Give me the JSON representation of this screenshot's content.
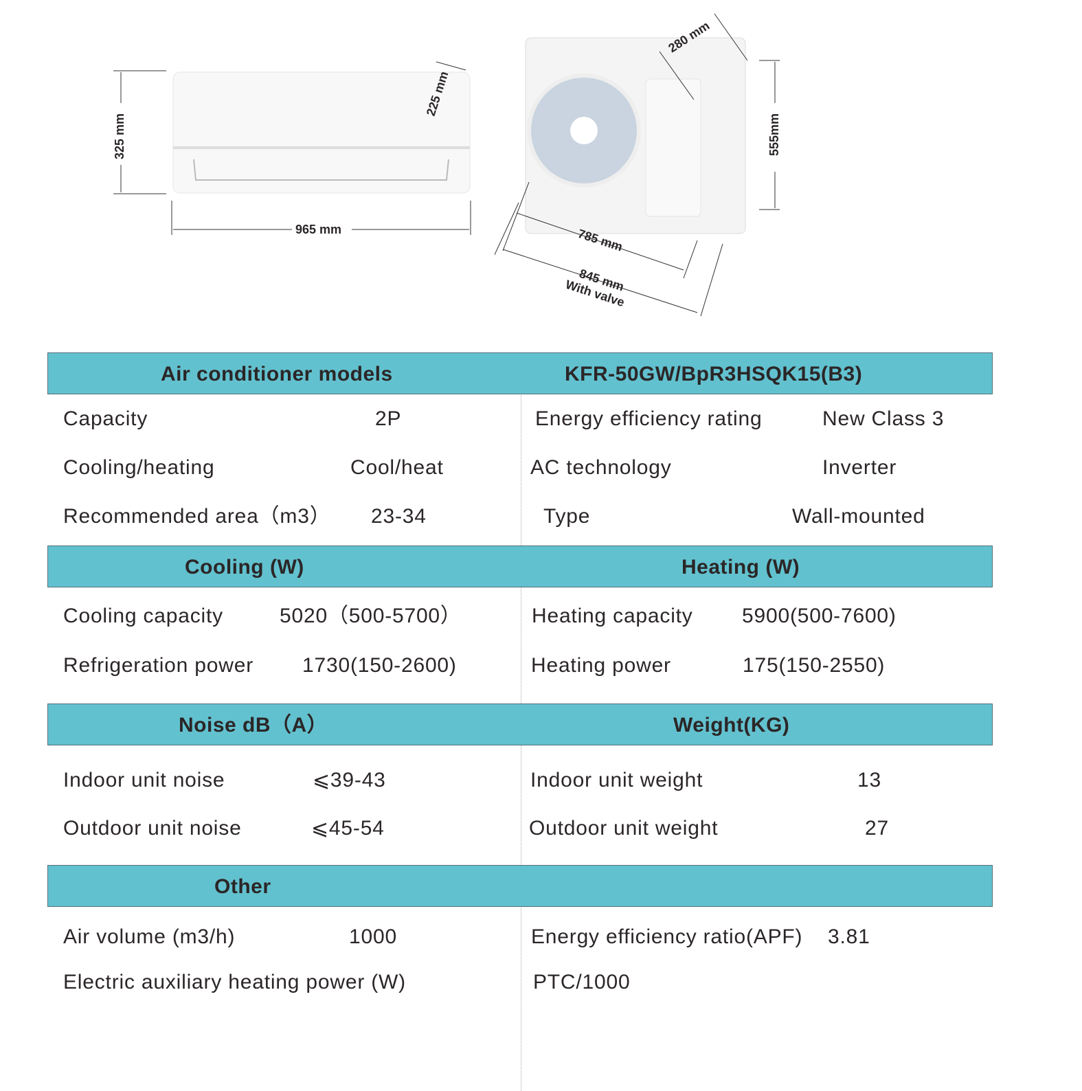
{
  "diagram": {
    "indoor": {
      "height": "325 mm",
      "depth": "225 mm",
      "width": "965 mm"
    },
    "outdoor": {
      "depth": "280 mm",
      "height": "555mm",
      "width": "785 mm",
      "width_valve": "845 mm",
      "valve_note": "With valve"
    }
  },
  "sections": {
    "models": {
      "left": "Air conditioner models",
      "right": "KFR-50GW/BpR3HSQK15(B3)"
    },
    "cooling": {
      "left": "Cooling (W)",
      "right": "Heating (W)"
    },
    "noise": {
      "left": "Noise dB（A）",
      "right": "Weight(KG)"
    },
    "other": {
      "left": "Other",
      "right": ""
    }
  },
  "rows": {
    "capacity": {
      "label": "Capacity",
      "value": "2P"
    },
    "cooling_heating": {
      "label": "Cooling/heating",
      "value": "Cool/heat"
    },
    "area": {
      "label": "Recommended area（m3）",
      "value": "23-34"
    },
    "energy_rating": {
      "label": "Energy efficiency rating",
      "value": "New Class 3"
    },
    "technology": {
      "label": "AC technology",
      "value": "Inverter"
    },
    "type": {
      "label": "Type",
      "value": "Wall-mounted"
    },
    "cooling_capacity": {
      "label": "Cooling capacity",
      "value": "5020（500-5700）"
    },
    "refrigeration_power": {
      "label": "Refrigeration power",
      "value": "1730(150-2600)"
    },
    "heating_capacity": {
      "label": "Heating capacity",
      "value": "5900(500-7600)"
    },
    "heating_power": {
      "label": "Heating power",
      "value": "175(150-2550)"
    },
    "indoor_noise": {
      "label": "Indoor unit noise",
      "value": "⩽39-43"
    },
    "outdoor_noise": {
      "label": "Outdoor unit noise",
      "value": "⩽45-54"
    },
    "indoor_weight": {
      "label": "Indoor unit weight",
      "value": "13"
    },
    "outdoor_weight": {
      "label": "Outdoor unit weight",
      "value": "27"
    },
    "air_volume": {
      "label": "Air volume (m3/h)",
      "value": "1000"
    },
    "apf": {
      "label": "Energy efficiency ratio(APF)",
      "value": "3.81"
    },
    "aux_heating": {
      "label": "Electric auxiliary heating power (W)",
      "value": "PTC/1000"
    }
  }
}
